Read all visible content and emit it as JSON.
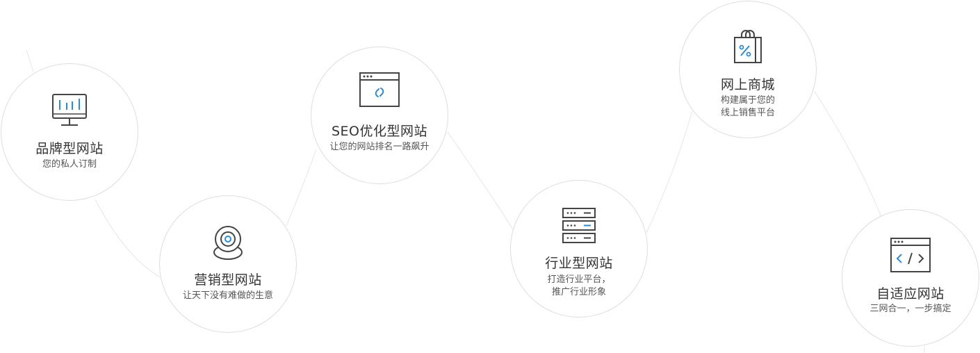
{
  "accent": "#2b8ad8",
  "line_color": "#e6e6e6",
  "items": [
    {
      "icon": "monitor-chart-icon",
      "title": "品牌型网站",
      "desc": [
        "您的私人订制"
      ]
    },
    {
      "icon": "webcam-icon",
      "title": "营销型网站",
      "desc": [
        "让天下没有难做的生意"
      ]
    },
    {
      "icon": "browser-link-icon",
      "title": "SEO优化型网站",
      "desc": [
        "让您的网站排名一路飙升"
      ]
    },
    {
      "icon": "server-icon",
      "title": "行业型网站",
      "desc": [
        "打造行业平台，",
        "推广行业形象"
      ]
    },
    {
      "icon": "shopping-bag-icon",
      "title": "网上商城",
      "desc": [
        "构建属于您的",
        "线上销售平台"
      ]
    },
    {
      "icon": "browser-code-icon",
      "title": "自适应网站",
      "desc": [
        "三网合一，一步搞定"
      ]
    }
  ]
}
